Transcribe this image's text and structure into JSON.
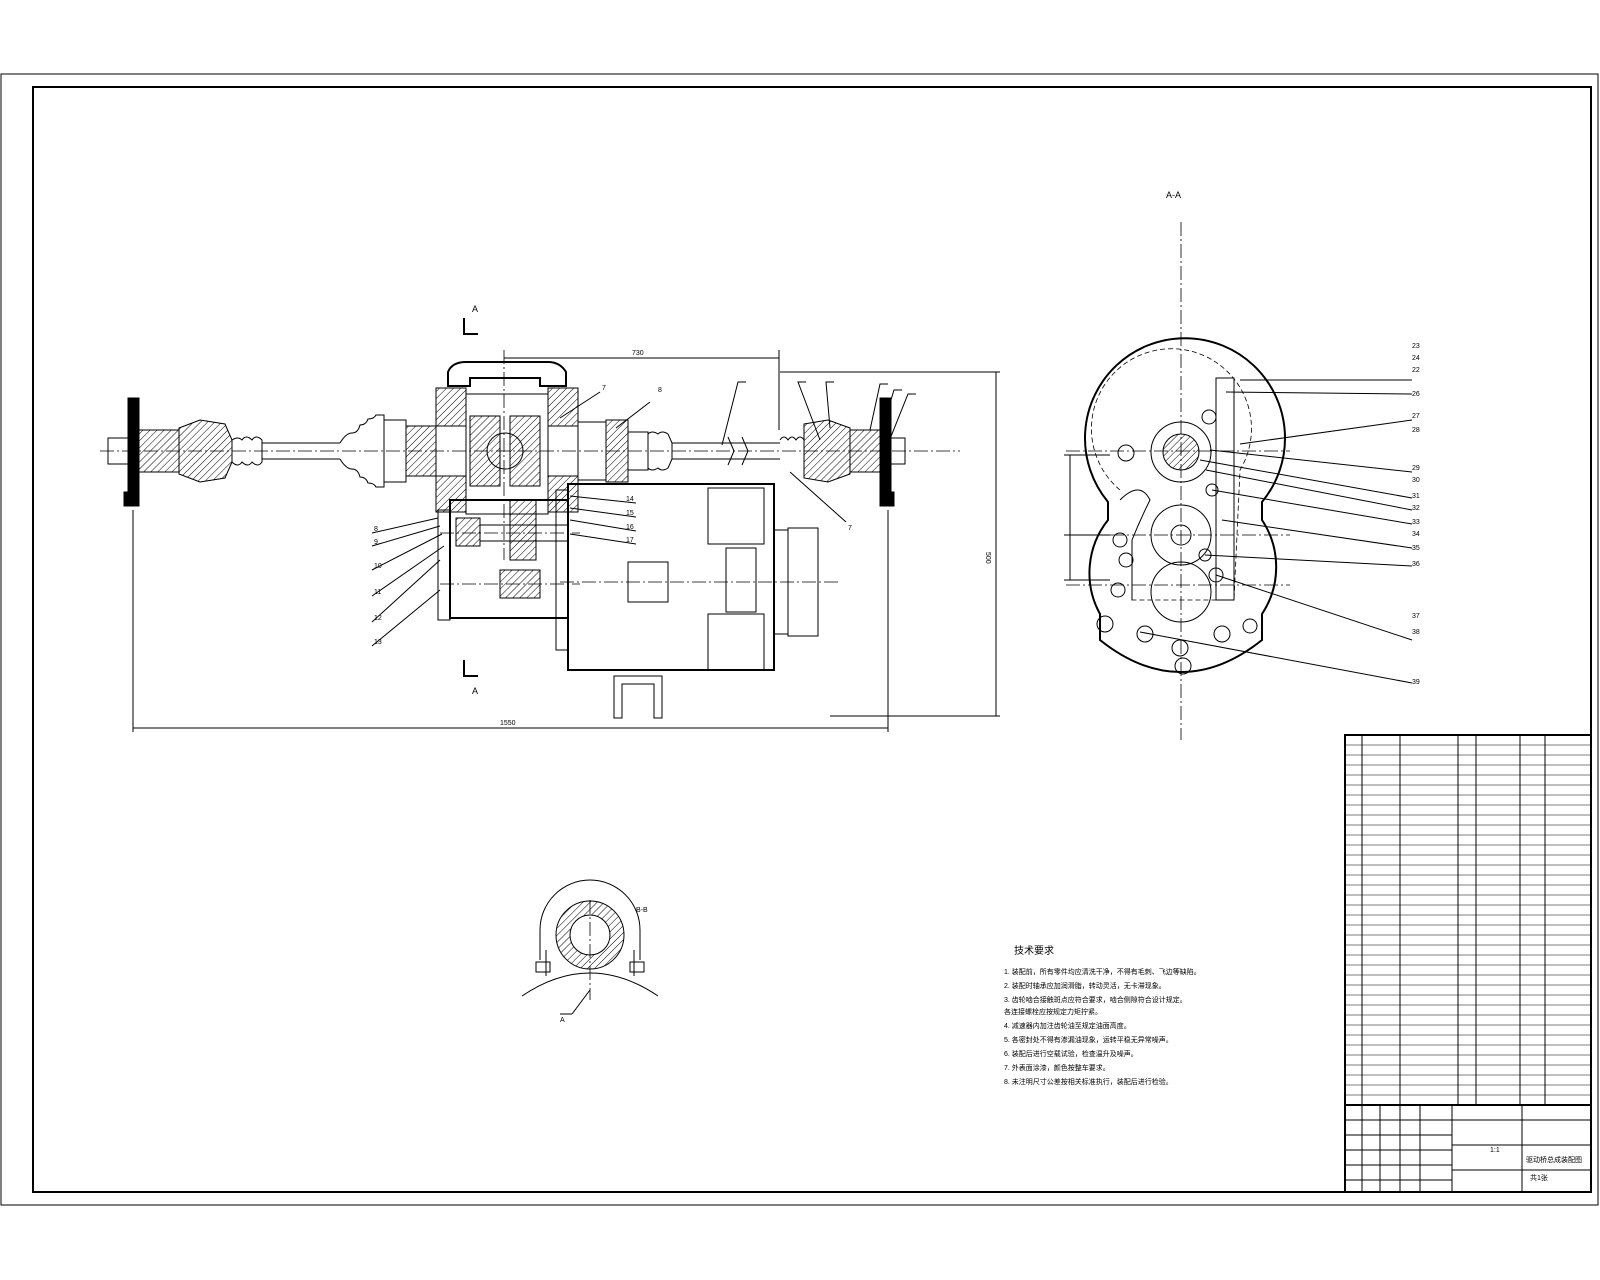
{
  "views": {
    "section_marker": "A",
    "section_aa_title": "A-A",
    "detail_title": "B-B",
    "detail_marker": "A"
  },
  "dimensions": {
    "top_span": "730",
    "overall_length": "1550",
    "height": "500"
  },
  "callouts_left": [
    "8",
    "9",
    "10",
    "11",
    "12",
    "13"
  ],
  "callouts_mid": [
    "14",
    "15",
    "16",
    "17"
  ],
  "callouts_top": [
    "7",
    "8"
  ],
  "callouts_right": [
    "7"
  ],
  "callouts_aa": [
    "23",
    "24",
    "22",
    "26",
    "27",
    "28",
    "29",
    "30",
    "31",
    "32",
    "33",
    "34",
    "35",
    "36",
    "37",
    "38",
    "39"
  ],
  "notes": {
    "title": "技术要求",
    "lines": [
      "1. 装配前，所有零件均应清洗干净，不得有毛刺、飞边等缺陷。",
      "2. 装配时轴承应加润滑脂，转动灵活，无卡滞现象。",
      "3. 齿轮啮合接触斑点应符合要求，啮合侧隙符合设计规定。",
      "   各连接螺栓应按规定力矩拧紧。",
      "4. 减速器内加注齿轮油至规定油面高度。",
      "5. 各密封处不得有渗漏油现象，运转平稳无异常噪声。",
      "6. 装配后进行空载试验，检查温升及噪声。",
      "7. 外表面涂漆，颜色按整车要求。",
      "8. 未注明尺寸公差按相关标准执行，装配后进行检验。"
    ]
  },
  "title_block": {
    "drawing_name": "驱动桥总成装配图",
    "scale": "1:1",
    "sheet": "共1张"
  }
}
